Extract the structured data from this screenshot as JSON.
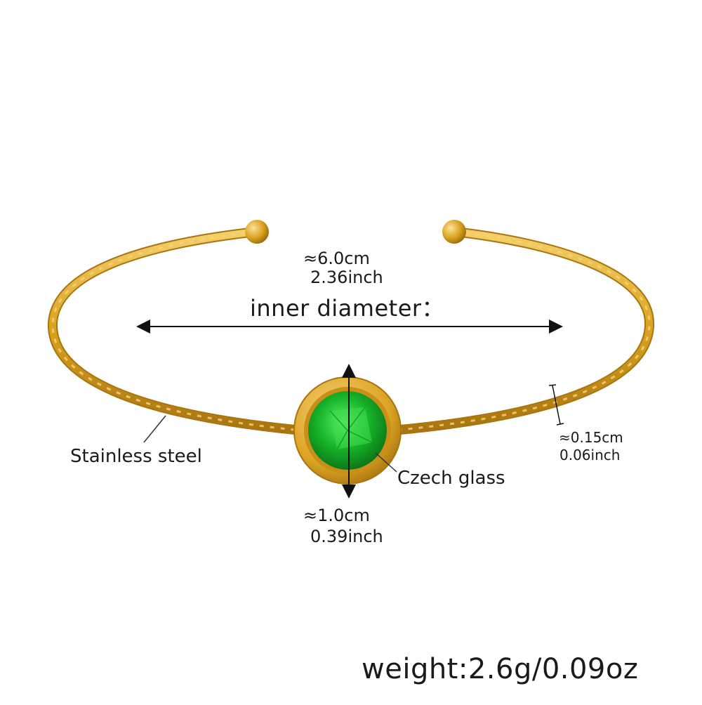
{
  "product": {
    "material_label": "Stainless steel",
    "stone_label": "Czech glass",
    "weight": "weight:2.6g/0.09oz",
    "colors": {
      "gold": "#d9a21f",
      "gold_dark": "#a87510",
      "gold_light": "#f4cf6a",
      "stone": "#17b52a",
      "stone_dark": "#0a6e14"
    }
  },
  "dimensions": {
    "inner_diameter_label": "inner diameter：",
    "inner_diameter_cm": "≈6.0cm",
    "inner_diameter_inch": "2.36inch",
    "stone_cm": "≈1.0cm",
    "stone_inch": "0.39inch",
    "wire_cm": "≈0.15cm",
    "wire_inch": "0.06inch"
  }
}
